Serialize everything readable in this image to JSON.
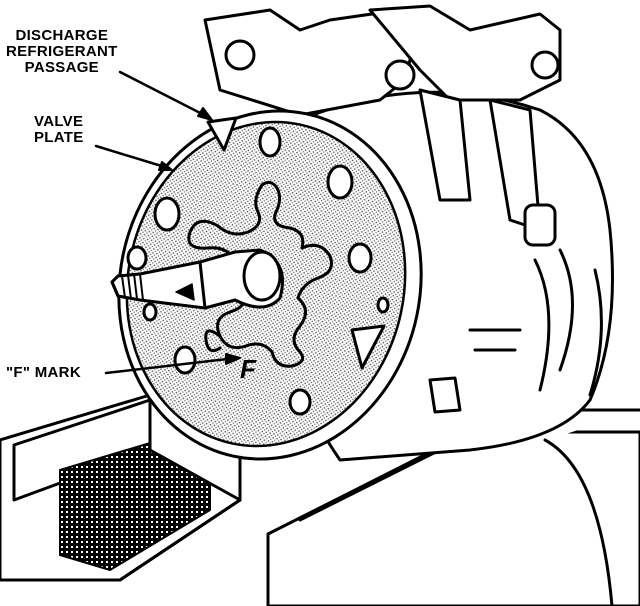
{
  "labels": {
    "discharge_line1": "DISCHARGE",
    "discharge_line2": "REFRIGERANT",
    "discharge_line3": "PASSAGE",
    "valve_line1": "VALVE",
    "valve_line2": "PLATE",
    "f_mark": "\"F\" MARK",
    "f_letter": "F"
  },
  "colors": {
    "ink": "#000000",
    "paper": "#ffffff",
    "stipple": "#555555"
  }
}
